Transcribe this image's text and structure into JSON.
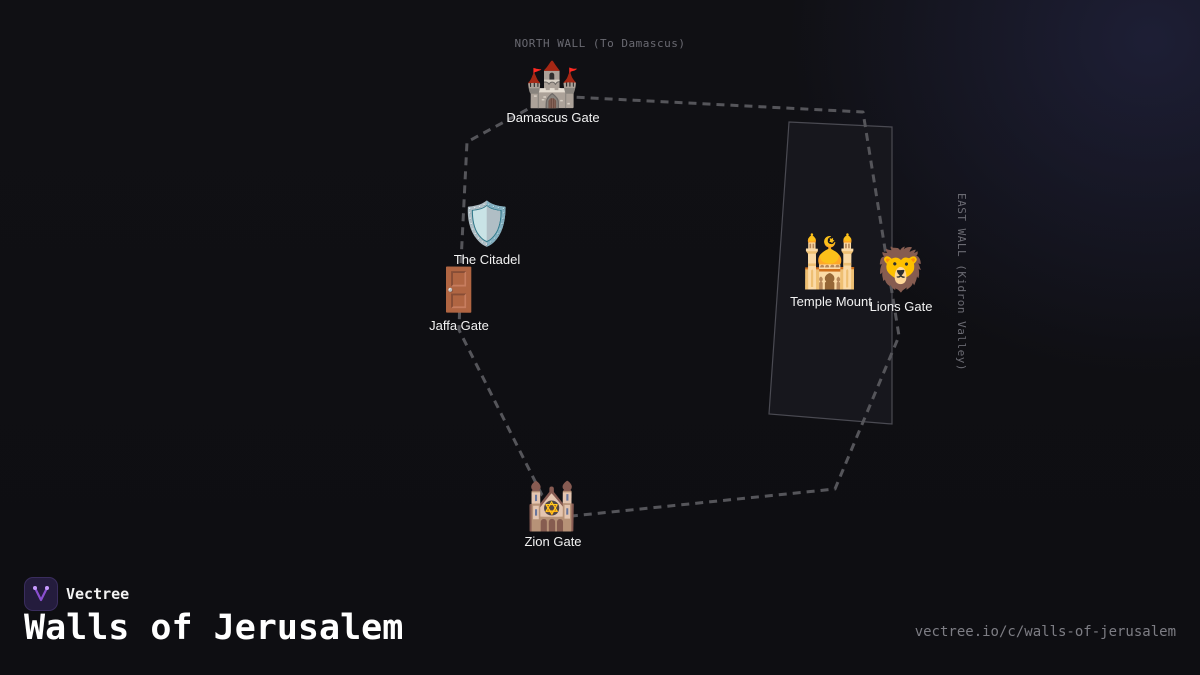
{
  "map": {
    "wall_labels": {
      "north": "NORTH WALL (To Damascus)",
      "east": "EAST WALL (Kidron Valley)"
    },
    "sites": {
      "damascus_gate": {
        "label": "Damascus Gate",
        "icon": "castle-icon",
        "glyph": "🏰"
      },
      "citadel": {
        "label": "The Citadel",
        "icon": "shield-icon",
        "glyph": "🛡️"
      },
      "jaffa_gate": {
        "label": "Jaffa Gate",
        "icon": "door-icon",
        "glyph": "🚪"
      },
      "temple_mount": {
        "label": "Temple Mount",
        "icon": "mosque-icon",
        "glyph": "🕌"
      },
      "lions_gate": {
        "label": "Lions Gate",
        "icon": "lion-icon",
        "glyph": "🦁"
      },
      "zion_gate": {
        "label": "Zion Gate",
        "icon": "synagogue-icon",
        "glyph": "🕍"
      }
    },
    "colors": {
      "background": "#0f0f13",
      "wall_line": "#55555a",
      "temple_area_fill": "#17171d",
      "temple_area_stroke": "#4a4a52",
      "label_text": "#f2f2f2"
    }
  },
  "brand": {
    "name": "Vectree",
    "logo_icon": "vectree-logo-icon"
  },
  "page": {
    "title": "Walls of Jerusalem",
    "url": "vectree.io/c/walls-of-jerusalem"
  }
}
